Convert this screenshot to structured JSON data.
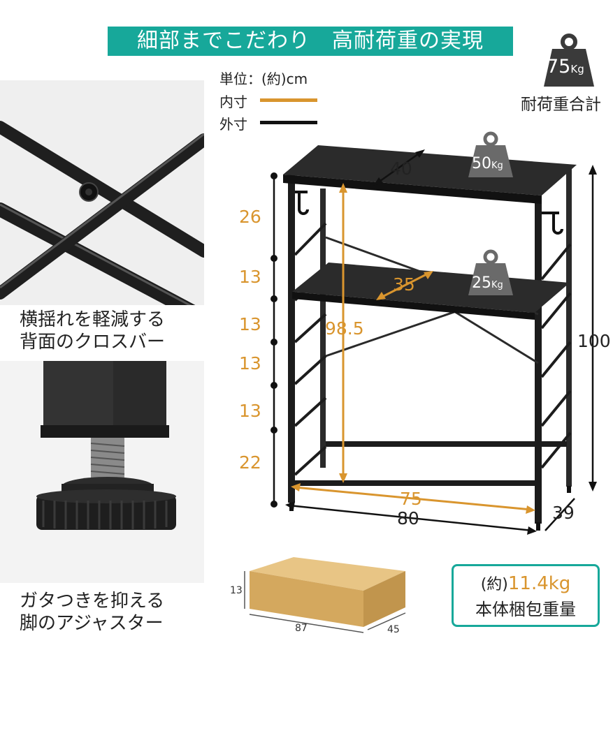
{
  "banner": {
    "title": "細部までこだわり　高耐荷重の実現"
  },
  "legend": {
    "unit": "単位：(約)cm",
    "inner": "内寸",
    "outer": "外寸",
    "inner_color": "#d9952e",
    "outer_color": "#111111"
  },
  "weights": {
    "total_value": "75",
    "total_unit": "Kg",
    "total_label": "耐荷重合計",
    "top_shelf_value": "50",
    "top_shelf_unit": "Kg",
    "mid_shelf_value": "25",
    "mid_shelf_unit": "Kg"
  },
  "features": {
    "crossbar_caption_1": "横揺れを軽減する",
    "crossbar_caption_2": "背面のクロスバー",
    "adjuster_caption_1": "ガタつきを抑える",
    "adjuster_caption_2": "脚のアジャスター"
  },
  "dimensions": {
    "left_gaps": [
      "26",
      "13",
      "13",
      "13",
      "13",
      "22"
    ],
    "top_depth": "40",
    "inner_depth": "35",
    "inner_height": "98.5",
    "outer_height": "100",
    "inner_width": "75",
    "outer_width": "80",
    "outer_depth": "39"
  },
  "package": {
    "height": "13",
    "width": "87",
    "depth": "45",
    "weight_prefix": "(約)",
    "weight_value": "11.4kg",
    "weight_label": "本体梱包重量"
  },
  "colors": {
    "accent": "#17a89a",
    "inner_dim": "#d9952e",
    "shelf": "#2b2b2b"
  }
}
